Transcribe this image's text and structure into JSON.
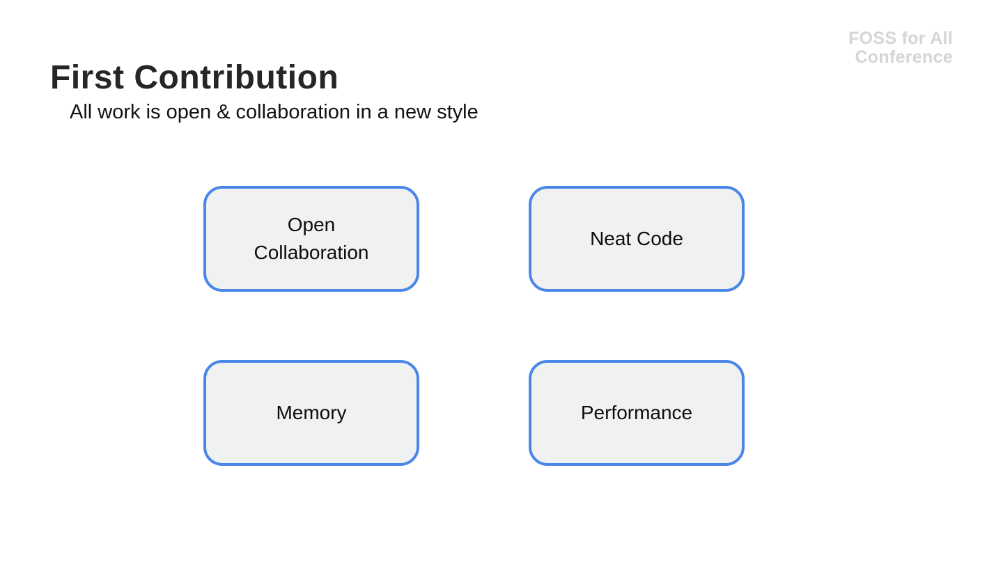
{
  "header": {
    "title": "First Contribution",
    "subtitle": "All work is open & collaboration in a new style"
  },
  "logo": {
    "line1": "FOSS for All",
    "line2": "Conference"
  },
  "boxes": [
    {
      "label": "Open Collaboration"
    },
    {
      "label": "Neat Code"
    },
    {
      "label": "Memory"
    },
    {
      "label": "Performance"
    }
  ],
  "colors": {
    "box_border": "#4a86e8",
    "box_fill": "#f0f1f1",
    "title_text": "#262626",
    "body_text": "#111111",
    "logo_text": "#d6d6d6",
    "background": "#ffffff"
  }
}
